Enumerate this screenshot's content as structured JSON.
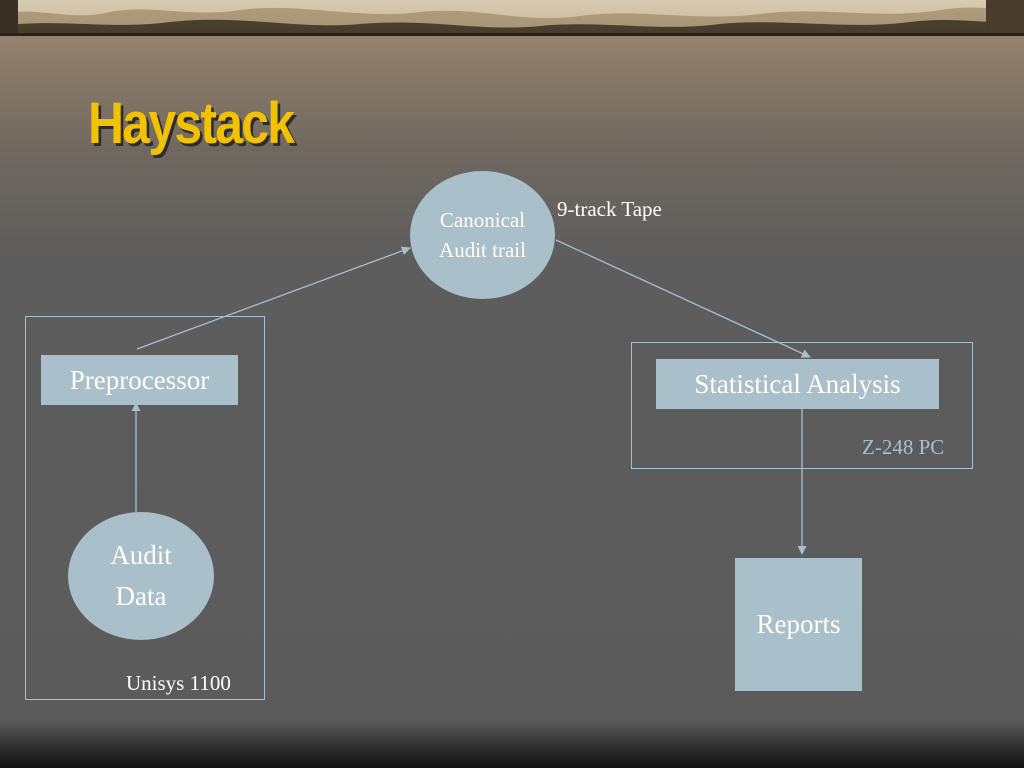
{
  "title": "Haystack",
  "diagram": {
    "tape_label": "9-track Tape",
    "canonical_audit_trail": {
      "line1": "Canonical",
      "line2": "Audit trail"
    },
    "preprocessor": "Preprocessor",
    "audit_data": {
      "line1": "Audit",
      "line2": "Data"
    },
    "host_left": "Unisys 1100",
    "statistical_analysis": "Statistical Analysis",
    "host_right": "Z-248 PC",
    "reports": "Reports"
  },
  "colors": {
    "node_fill": "#a9bfca",
    "connector": "#a8bfcc",
    "title": "#f2c200"
  }
}
